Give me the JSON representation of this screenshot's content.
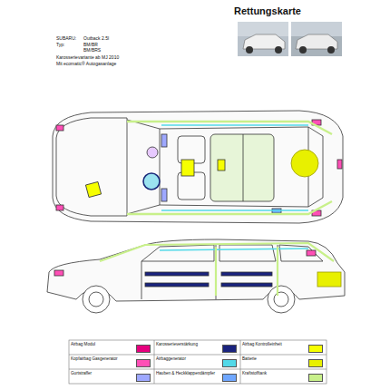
{
  "diagram": {
    "title": "Rettungskarte",
    "labels": [
      "SUBARU:",
      "Outback 2.5l",
      "Typ:",
      "BM/BR",
      "BM/BRS",
      "Karosserievariante ab MJ 2010",
      "Mit ecomatic® Autogasanlage"
    ],
    "legend": [
      {
        "text": "Airbag Modul",
        "color": "#e6007e"
      },
      {
        "text": "Karosserieverstärkung",
        "color": "#1a237e"
      },
      {
        "text": "Airbag Kontrolleinheit",
        "color": "#f6ff00"
      },
      {
        "text": "Kopfairbag Gasgenerator",
        "color": "#ff4fb6"
      },
      {
        "text": "Airbaggenerator",
        "color": "#53d9e8"
      },
      {
        "text": "Batterie",
        "color": "#e8f000"
      },
      {
        "text": "Gurtstraffer",
        "color": "#9ea8ff"
      },
      {
        "text": "Hauben & Heckklappendämpfer",
        "color": "#6fa7ff"
      },
      {
        "text": "Kraftstofftank",
        "color": "#c8f08a"
      }
    ]
  }
}
